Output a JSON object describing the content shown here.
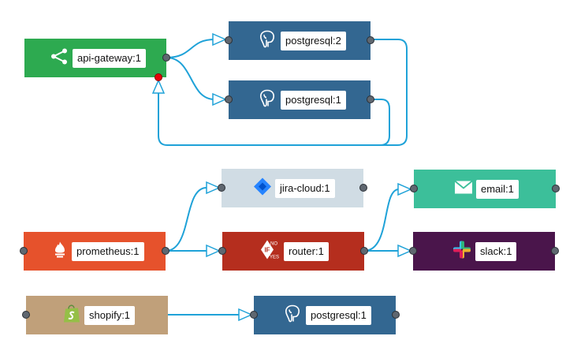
{
  "flow": {
    "nodes": [
      {
        "id": "api-gateway",
        "label": "api-gateway:1",
        "icon": "share-icon",
        "color": "#2daa50"
      },
      {
        "id": "pg-2",
        "label": "postgresql:2",
        "icon": "postgresql-elephant-icon",
        "color": "#336791"
      },
      {
        "id": "pg-1a",
        "label": "postgresql:1",
        "icon": "postgresql-elephant-icon",
        "color": "#336791"
      },
      {
        "id": "jira",
        "label": "jira-cloud:1",
        "icon": "jira-icon",
        "color": "#d0dce4"
      },
      {
        "id": "email",
        "label": "email:1",
        "icon": "envelope-icon",
        "color": "#3cbf9a"
      },
      {
        "id": "prometheus",
        "label": "prometheus:1",
        "icon": "prometheus-flame-icon",
        "color": "#e6522c"
      },
      {
        "id": "router",
        "label": "router:1",
        "icon": "if-router-icon",
        "color": "#b52e1e"
      },
      {
        "id": "slack",
        "label": "slack:1",
        "icon": "slack-icon",
        "color": "#4a154b"
      },
      {
        "id": "shopify",
        "label": "shopify:1",
        "icon": "shopify-bag-icon",
        "color": "#c0a07a"
      },
      {
        "id": "pg-1b",
        "label": "postgresql:1",
        "icon": "postgresql-elephant-icon",
        "color": "#336791"
      }
    ],
    "router_icon_text": {
      "if": "IF",
      "no": "NO",
      "yes": "YES"
    },
    "wire_color": "#1fa2d8",
    "error_port_color": "#e8000b"
  }
}
